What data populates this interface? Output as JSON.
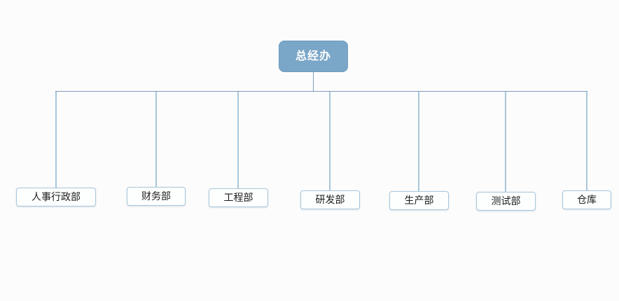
{
  "chart": {
    "type": "org-chart",
    "root": {
      "label": "总经办"
    },
    "departments": [
      {
        "label": "人事行政部"
      },
      {
        "label": "财务部"
      },
      {
        "label": "工程部"
      },
      {
        "label": "研发部"
      },
      {
        "label": "生产部"
      },
      {
        "label": "测试部"
      },
      {
        "label": "仓库"
      }
    ]
  },
  "colors": {
    "page_bg": "#fcfcfc",
    "root_fill": "#7aa6c7",
    "root_border": "#6f9cbe",
    "root_text": "#ffffff",
    "connector_dark": "#7e9db8",
    "connector_light": "#a9c6da",
    "node_fill": "#fdfefe",
    "node_border": "#a9c6da",
    "node_text": "#1c1c1c"
  }
}
